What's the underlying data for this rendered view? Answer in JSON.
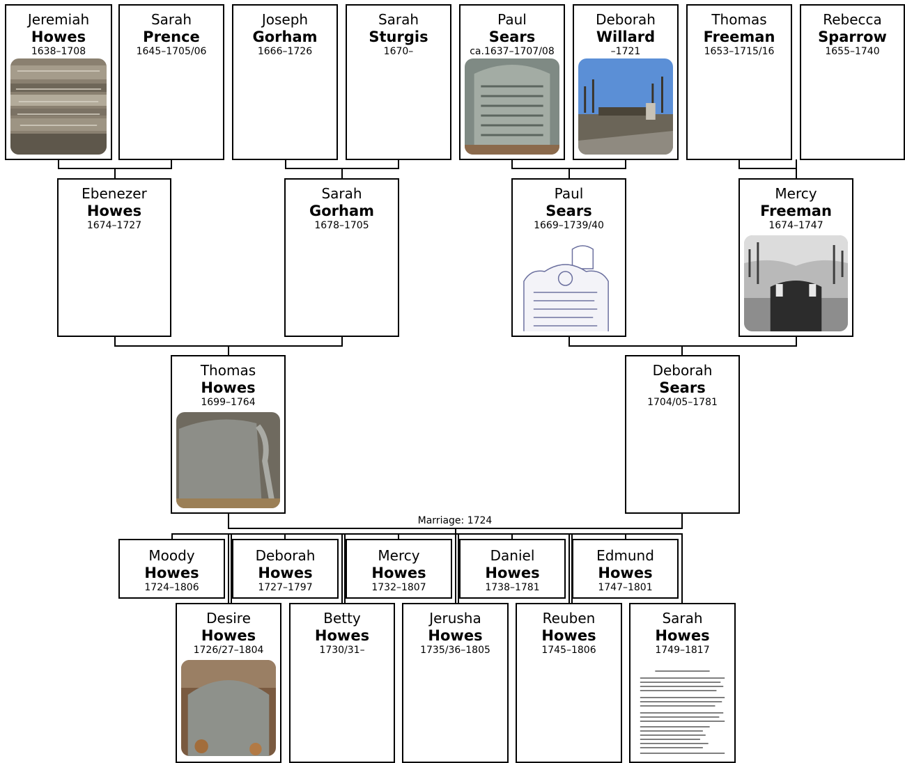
{
  "generation_1": [
    {
      "first": "Jeremiah",
      "last": "Howes",
      "dates": "1638–1708",
      "photo": "gravestone-photo"
    },
    {
      "first": "Sarah",
      "last": "Prence",
      "dates": "1645–1705/06"
    },
    {
      "first": "Joseph",
      "last": "Gorham",
      "dates": "1666–1726"
    },
    {
      "first": "Sarah",
      "last": "Sturgis",
      "dates": "1670–"
    },
    {
      "first": "Paul",
      "last": "Sears",
      "dates": "ca.1637–1707/08",
      "photo": "gravestone-photo"
    },
    {
      "first": "Deborah",
      "last": "Willard",
      "dates": "–1721",
      "photo": "cemetery-photo"
    },
    {
      "first": "Thomas",
      "last": "Freeman",
      "dates": "1653–1715/16"
    },
    {
      "first": "Rebecca",
      "last": "Sparrow",
      "dates": "1655–1740"
    }
  ],
  "generation_2": [
    {
      "first": "Ebenezer",
      "last": "Howes",
      "dates": "1674–1727"
    },
    {
      "first": "Sarah",
      "last": "Gorham",
      "dates": "1678–1705"
    },
    {
      "first": "Paul",
      "last": "Sears",
      "dates": "1669–1739/40",
      "photo": "gravestone-sketch"
    },
    {
      "first": "Mercy",
      "last": "Freeman",
      "dates": "1674–1747",
      "photo": "cemetery-photo"
    }
  ],
  "generation_3": [
    {
      "first": "Thomas",
      "last": "Howes",
      "dates": "1699–1764",
      "photo": "gravestone-photo"
    },
    {
      "first": "Deborah",
      "last": "Sears",
      "dates": "1704/05–1781"
    }
  ],
  "marriage_label": "Marriage: 1724",
  "children_row_1": [
    {
      "first": "Moody",
      "last": "Howes",
      "dates": "1724–1806"
    },
    {
      "first": "Deborah",
      "last": "Howes",
      "dates": "1727–1797"
    },
    {
      "first": "Mercy",
      "last": "Howes",
      "dates": "1732–1807"
    },
    {
      "first": "Daniel",
      "last": "Howes",
      "dates": "1738–1781"
    },
    {
      "first": "Edmund",
      "last": "Howes",
      "dates": "1747–1801"
    }
  ],
  "children_row_2": [
    {
      "first": "Desire",
      "last": "Howes",
      "dates": "1726/27–1804",
      "photo": "gravestone-photo"
    },
    {
      "first": "Betty",
      "last": "Howes",
      "dates": "1730/31–"
    },
    {
      "first": "Jerusha",
      "last": "Howes",
      "dates": "1735/36–1805"
    },
    {
      "first": "Reuben",
      "last": "Howes",
      "dates": "1745–1806"
    },
    {
      "first": "Sarah",
      "last": "Howes",
      "dates": "1749–1817",
      "photo": "document-scan"
    }
  ],
  "colors": {
    "line": "#000000",
    "card_border": "#000000",
    "background": "#ffffff"
  }
}
